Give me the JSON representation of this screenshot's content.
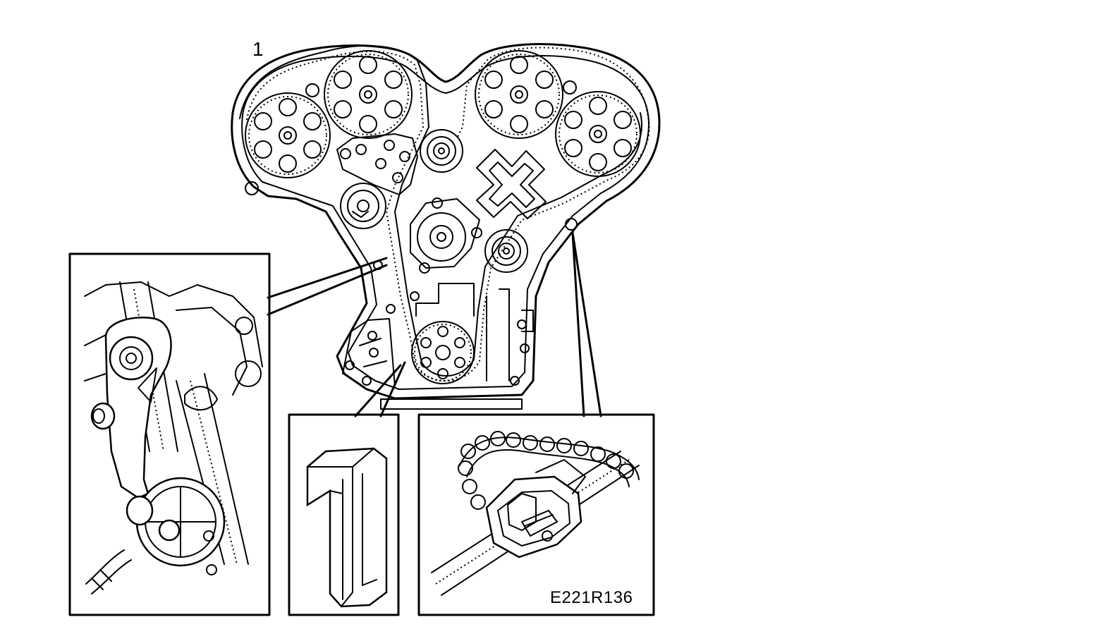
{
  "figure": {
    "callout_label": "1",
    "figure_code": "E221R136"
  },
  "insets": [
    {
      "name": "tensioner-inset"
    },
    {
      "name": "tool-1-inset"
    },
    {
      "name": "belt-clamp-inset"
    }
  ]
}
